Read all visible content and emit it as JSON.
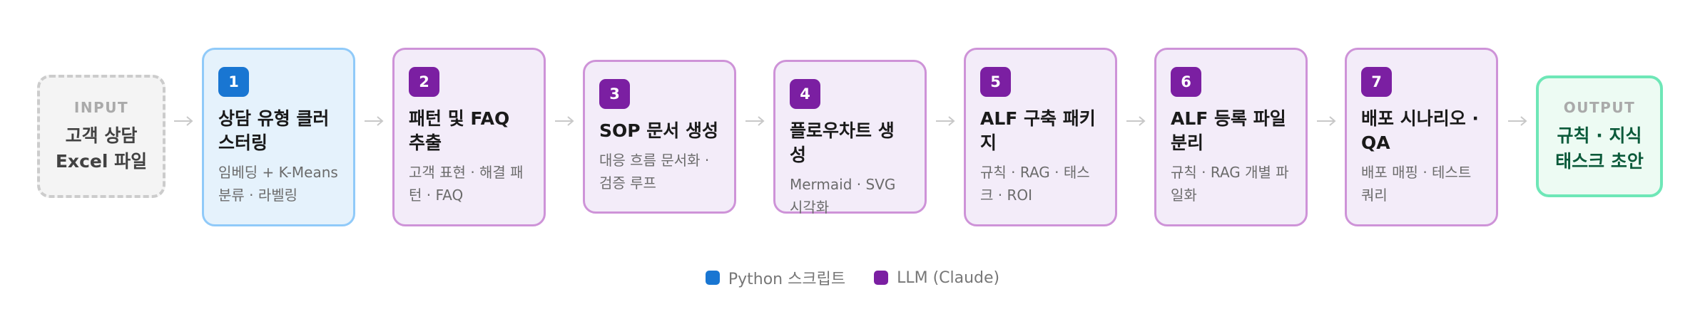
{
  "input": {
    "tag": "INPUT",
    "lines": [
      "고객 상담",
      "Excel 파일"
    ]
  },
  "output": {
    "tag": "OUTPUT",
    "lines": [
      "규칙 · 지식",
      "태스크 초안"
    ]
  },
  "steps": [
    {
      "number": "1",
      "type": "python",
      "title": "상담 유형 클러스터링",
      "desc": "임베딩 + K-Means 분류 · 라벨링"
    },
    {
      "number": "2",
      "type": "llm",
      "title": "패턴 및 FAQ 추출",
      "desc": "고객 표현 · 해결 패턴 · FAQ"
    },
    {
      "number": "3",
      "type": "llm",
      "title": "SOP 문서 생성",
      "desc": "대응 흐름 문서화 · 검증 루프"
    },
    {
      "number": "4",
      "type": "llm",
      "title": "플로우차트 생성",
      "desc": "Mermaid · SVG 시각화"
    },
    {
      "number": "5",
      "type": "llm",
      "title": "ALF 구축 패키지",
      "desc": "규칙 · RAG · 태스크 · ROI"
    },
    {
      "number": "6",
      "type": "llm",
      "title": "ALF 등록 파일 분리",
      "desc": "규칙 · RAG 개별 파일화"
    },
    {
      "number": "7",
      "type": "llm",
      "title": "배포 시나리오 · QA",
      "desc": "배포 매핑 · 테스트 쿼리"
    }
  ],
  "legend": [
    {
      "label": "Python 스크립트",
      "color": "#1976d2"
    },
    {
      "label": "LLM (Claude)",
      "color": "#7b1fa2"
    }
  ],
  "colors": {
    "python_badge": "#1976d2",
    "llm_badge": "#7b1fa2",
    "python_border": "#90caf9",
    "llm_border": "#ce93d8",
    "output_border": "#6ee7b7",
    "arrow": "#c8c8c8"
  }
}
